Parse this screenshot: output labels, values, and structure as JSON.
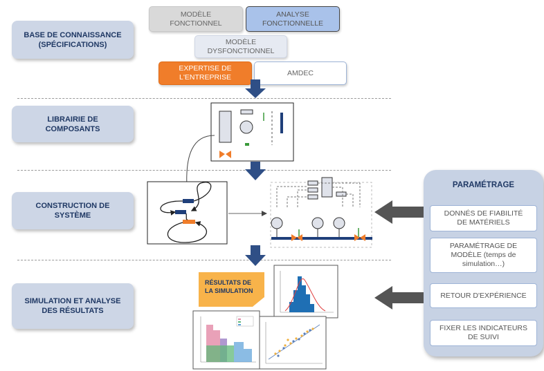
{
  "stages": [
    {
      "label": "BASE DE CONNAISSANCE\n(SPÉCIFICATIONS)"
    },
    {
      "label": "LIBRAIRIE DE\nCOMPOSANTS"
    },
    {
      "label": "CONSTRUCTION DE\nSYSTÈME"
    },
    {
      "label": "SIMULATION ET ANALYSE\nDES RÉSULTATS"
    }
  ],
  "knowledge": {
    "modele_fonctionnel": "MODÈLE\nFONCTIONNEL",
    "analyse_fonctionnelle": "ANALYSE\nFONCTIONNELLE",
    "modele_dysfonctionnel": "MODÈLE\nDYSFONCTIONNEL",
    "expertise": "EXPERTISE DE\nL'ENTREPRISE",
    "amdec": "AMDEC"
  },
  "parametrage": {
    "title": "PARAMÉTRAGE",
    "items": [
      "DONNÉS DE FIABILITÉ\nDE MATÉRIELS",
      "PARAMÉTRAGE DE\nMODÈLE (temps de\nsimulation…)",
      "RETOUR D'EXPÉRIENCE",
      "FIXER LES INDICATEURS\nDE SUIVI"
    ]
  },
  "results_note": "RÉSULTATS DE\nLA SIMULATION",
  "colors": {
    "stage_bg": "#cdd6e6",
    "stage_text": "#1f3864",
    "arrow_navy": "#2f4f86",
    "orange": "#f07d2a",
    "blue_box": "#a9c2ea",
    "gray_box": "#d9d9d9",
    "note_orange": "#f8b34a",
    "gray_arrow": "#555555"
  }
}
